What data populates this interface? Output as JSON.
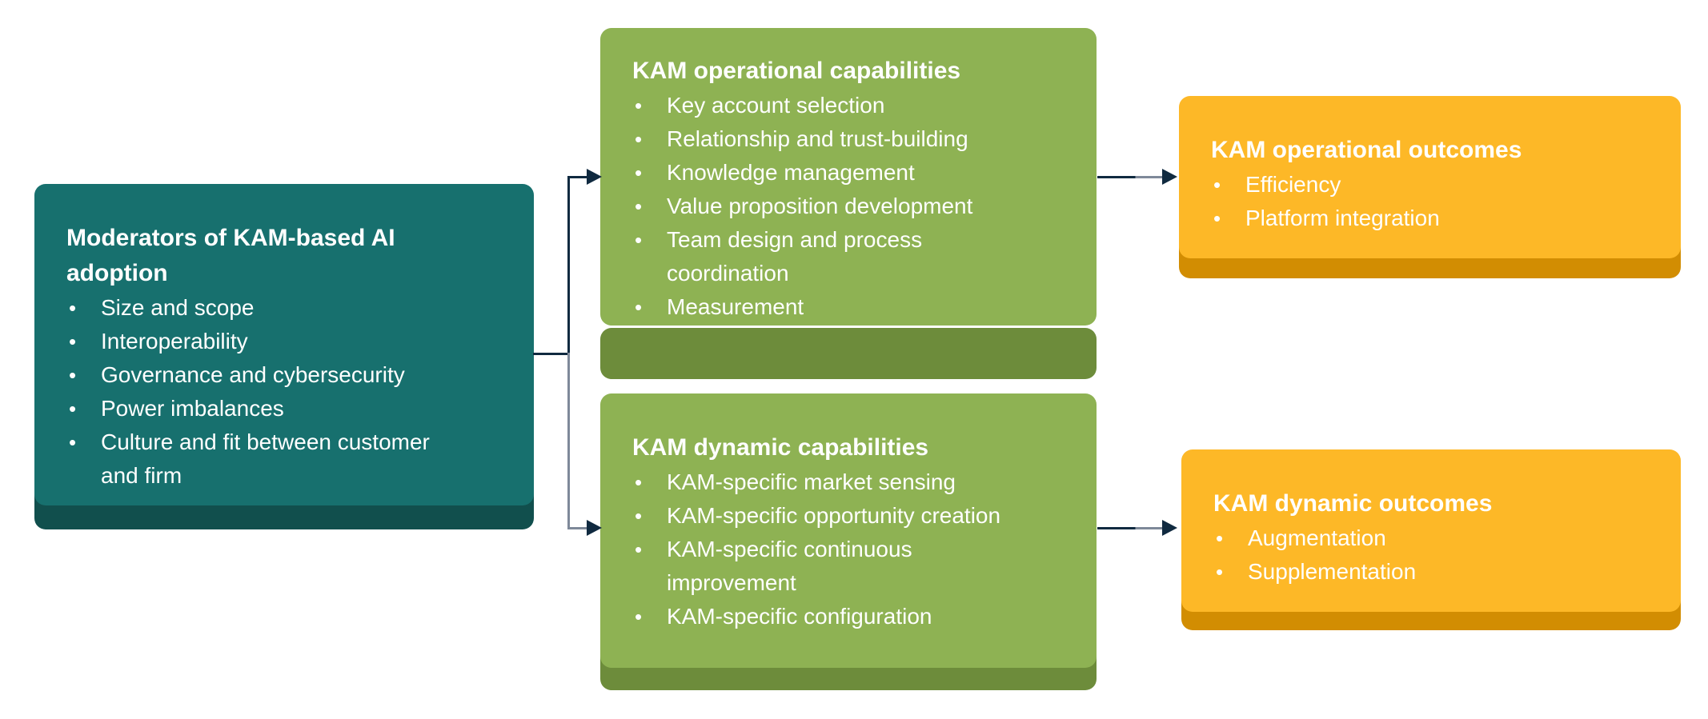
{
  "bullet_char": "•",
  "colors": {
    "teal": "#17706E",
    "teal_dark": "#114F4D",
    "green": "#8EB253",
    "green_dark": "#6D8C3B",
    "orange": "#FDB827",
    "orange_dark": "#D28D02",
    "arrow_navy": "#102A40",
    "arrow_slate": "#7E8999",
    "text": "#FFFFFF"
  },
  "boxes": [
    {
      "id": "moderators",
      "title": "Moderators of KAM-based AI adoption",
      "items": [
        "Size and scope",
        "Interoperability",
        "Governance and cybersecurity",
        "Power imbalances",
        "Culture and fit between customer and firm"
      ]
    },
    {
      "id": "operational-capabilities",
      "title": "KAM operational capabilities",
      "items": [
        "Key account selection",
        "Relationship and trust-building",
        "Knowledge management",
        "Value proposition development",
        "Team design and process coordination",
        "Measurement"
      ]
    },
    {
      "id": "dynamic-capabilities",
      "title": "KAM dynamic capabilities",
      "items": [
        "KAM-specific market sensing",
        "KAM-specific opportunity creation",
        "KAM-specific continuous improvement",
        "KAM-specific configuration"
      ]
    },
    {
      "id": "operational-outcomes",
      "title": "KAM operational outcomes",
      "items": [
        "Efficiency",
        "Platform integration"
      ]
    },
    {
      "id": "dynamic-outcomes",
      "title": "KAM dynamic outcomes",
      "items": [
        "Augmentation",
        "Supplementation"
      ]
    }
  ]
}
